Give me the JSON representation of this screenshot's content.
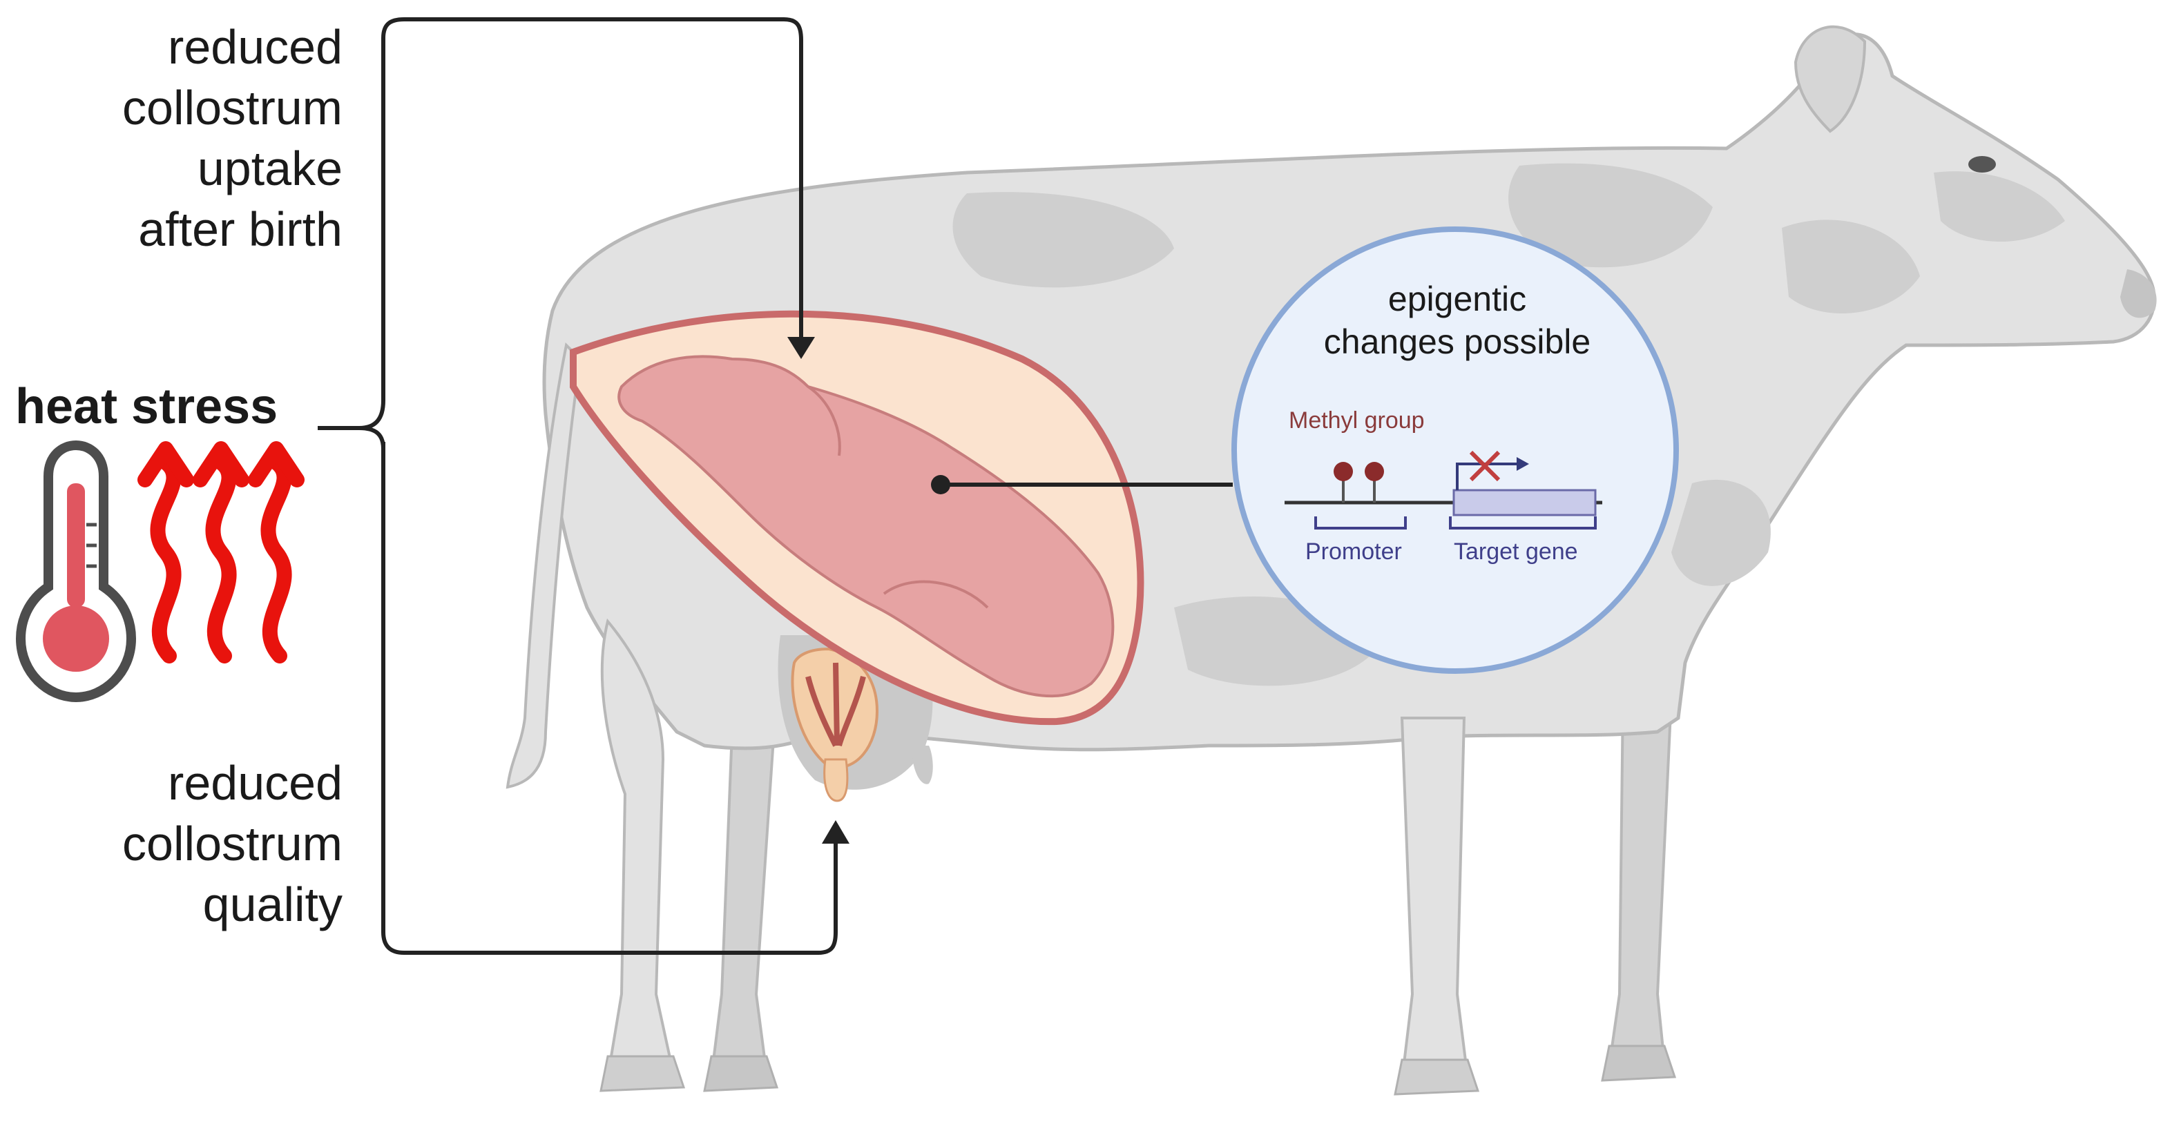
{
  "labels": {
    "heat_stress": "heat stress",
    "top_lines": [
      "reduced",
      "collostrum",
      "uptake",
      "after birth"
    ],
    "bottom_lines": [
      "reduced",
      "collostrum",
      "quality"
    ],
    "epigenetic_lines": [
      "epigentic",
      "changes possible"
    ],
    "methyl_group": "Methyl group",
    "promoter": "Promoter",
    "target_gene": "Target gene"
  },
  "colors": {
    "cow_body": "#e2e2e2",
    "cow_patch": "#cfcfcf",
    "cow_outline": "#b8b8b8",
    "uterus_wall": "#c96b6b",
    "amniotic": "#fbe3cf",
    "calf": "#e6a3a3",
    "heat_waves": "#e8130d",
    "thermometer_fill": "#e05660",
    "zoom_circle_fill": "#eaf1fb",
    "zoom_circle_stroke": "#8aa8d6",
    "methyl": "#8b2b2b",
    "gene_box": "#c9cbea",
    "connector": "#222222"
  },
  "icons": [
    "thermometer-icon",
    "heat-wave-arrow-icon",
    "cow-illustration",
    "calf-illustration",
    "udder-illustration"
  ]
}
